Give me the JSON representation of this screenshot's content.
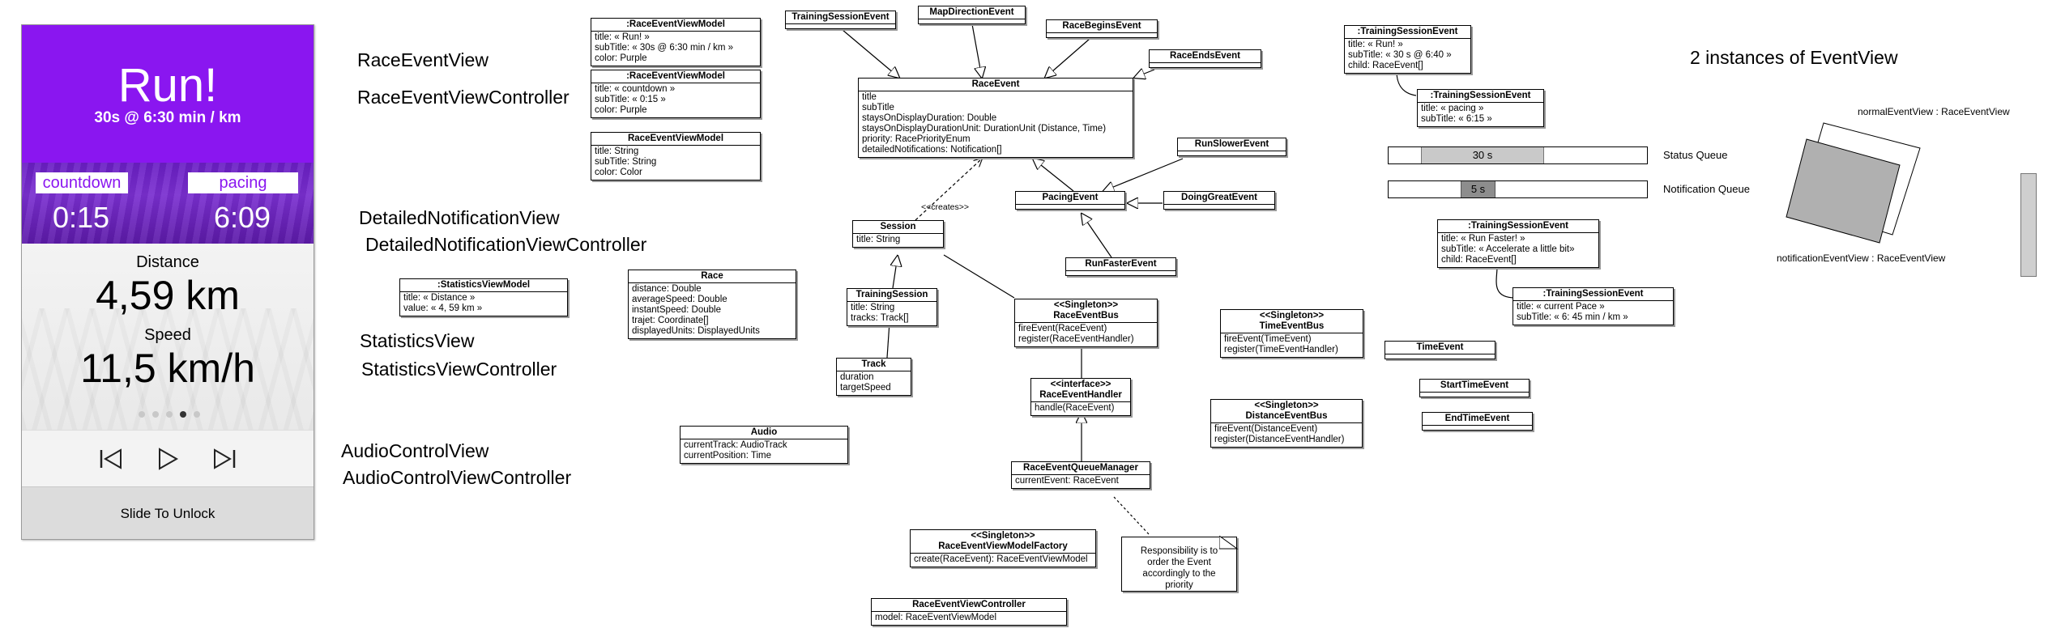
{
  "phone": {
    "title": "Run!",
    "subtitle": "30s @ 6:30 min / km",
    "countdown_label": "countdown",
    "countdown_value": "0:15",
    "pacing_label": "pacing",
    "pacing_value": "6:09",
    "distance_label": "Distance",
    "distance_value": "4,59 km",
    "speed_label": "Speed",
    "speed_value": "11,5 km/h",
    "page_count": 5,
    "active_page": 4,
    "prev_icon": "skip-back-icon",
    "play_icon": "play-icon",
    "next_icon": "skip-forward-icon",
    "unlock": "Slide To Unlock",
    "accent_color": "#8a16f0"
  },
  "labels": {
    "race_event_view": "RaceEventView",
    "race_event_view_controller": "RaceEventViewController",
    "detailed_notification_view": "DetailedNotificationView",
    "detailed_notification_view_controller": "DetailedNotificationViewController",
    "statistics_view": "StatisticsView",
    "statistics_view_controller": "StatisticsViewController",
    "audio_control_view": "AudioControlView",
    "audio_control_view_controller": "AudioControlViewController",
    "two_instances": "2 instances of EventView",
    "status_queue": "Status Queue",
    "notification_queue": "Notification Queue",
    "status_queue_value": "30 s",
    "notification_queue_value": "5 s",
    "normal_event_view": "normalEventView : RaceEventView",
    "notification_event_view": "notificationEventView : RaceEventView",
    "creates": "<<creates>>"
  },
  "boxes": {
    "rev1": {
      "title": ":RaceEventViewModel",
      "attrs": [
        "title: « Run! »",
        "subTitle: « 30s @ 6:30 min / km »",
        "color: Purple"
      ]
    },
    "rev2": {
      "title": ":RaceEventViewModel",
      "attrs": [
        "title: « countdown »",
        "subTitle: « 0:15 »",
        "color: Purple"
      ]
    },
    "rev3": {
      "title": "RaceEventViewModel",
      "attrs": [
        "title: String",
        "subTitle: String",
        "color: Color"
      ]
    },
    "stats": {
      "title": ":StatisticsViewModel",
      "attrs": [
        "title: « Distance »",
        "value: « 4, 59 km »"
      ]
    },
    "race": {
      "title": "Race",
      "attrs": [
        "distance: Double",
        "averageSpeed: Double",
        "instantSpeed: Double",
        "trajet: Coordinate[]",
        "displayedUnits: DisplayedUnits"
      ]
    },
    "audio": {
      "title": "Audio",
      "attrs": [
        "currentTrack: AudioTrack",
        "currentPosition: Time"
      ]
    },
    "training_session_event": {
      "title": "TrainingSessionEvent",
      "attrs": []
    },
    "map_direction_event": {
      "title": "MapDirectionEvent",
      "attrs": []
    },
    "race_begins_event": {
      "title": "RaceBeginsEvent",
      "attrs": []
    },
    "race_ends_event": {
      "title": "RaceEndsEvent",
      "attrs": []
    },
    "race_event": {
      "title": "RaceEvent",
      "attrs": [
        "title",
        "subTitle",
        "staysOnDisplayDuration: Double",
        "staysOnDisplayDurationUnit: DurationUnit (Distance, Time)",
        "priority: RacePriorityEnum",
        "detailedNotifications: Notification[]"
      ]
    },
    "run_slower_event": {
      "title": "RunSlowerEvent",
      "attrs": []
    },
    "pacing_event": {
      "title": "PacingEvent",
      "attrs": []
    },
    "doing_great_event": {
      "title": "DoingGreatEvent",
      "attrs": []
    },
    "run_faster_event": {
      "title": "RunFasterEvent",
      "attrs": []
    },
    "session": {
      "title": "Session",
      "attrs": [
        "title: String"
      ]
    },
    "training_session": {
      "title": "TrainingSession",
      "attrs": [
        "title: String",
        "tracks: Track[]"
      ]
    },
    "track": {
      "title": "Track",
      "attrs": [
        "duration",
        "targetSpeed"
      ]
    },
    "race_event_bus": {
      "title": "<<Singleton>>\nRaceEventBus",
      "attrs": [
        "fireEvent(RaceEvent)",
        "register(RaceEventHandler)"
      ]
    },
    "race_event_handler": {
      "title": "<<interface>>\nRaceEventHandler",
      "attrs": [
        "handle(RaceEvent)"
      ]
    },
    "queue_manager": {
      "title": "RaceEventQueueManager",
      "attrs": [
        "currentEvent: RaceEvent"
      ]
    },
    "view_model_factory": {
      "title": "<<Singleton>>\nRaceEventViewModelFactory",
      "attrs": [
        "create(RaceEvent): RaceEventViewModel"
      ]
    },
    "view_controller": {
      "title": "RaceEventViewController",
      "attrs": [
        "model: RaceEventViewModel"
      ]
    },
    "time_event_bus": {
      "title": "<<Singleton>>\nTimeEventBus",
      "attrs": [
        "fireEvent(TimeEvent)",
        "register(TimeEventHandler)"
      ]
    },
    "distance_event_bus": {
      "title": "<<Singleton>>\nDistanceEventBus",
      "attrs": [
        "fireEvent(DistanceEvent)",
        "register(DistanceEventHandler)"
      ]
    },
    "time_event": {
      "title": "TimeEvent",
      "attrs": []
    },
    "start_time_event": {
      "title": "StartTimeEvent",
      "attrs": []
    },
    "end_time_event": {
      "title": "EndTimeEvent",
      "attrs": []
    },
    "tse1": {
      "title": ":TrainingSessionEvent",
      "attrs": [
        "title: « Run! »",
        "subTitle: « 30 s @ 6:40 »",
        "child: RaceEvent[]"
      ]
    },
    "tse2": {
      "title": ":TrainingSessionEvent",
      "attrs": [
        "title: « pacing »",
        "subTitle: « 6:15 »"
      ]
    },
    "tse3": {
      "title": ":TrainingSessionEvent",
      "attrs": [
        "title: « Run Faster! »",
        "subTitle: « Accelerate a little bit»",
        "child: RaceEvent[]"
      ]
    },
    "tse4": {
      "title": ":TrainingSessionEvent",
      "attrs": [
        "title: « current Pace »",
        "subTitle: « 6: 45 min / km »"
      ]
    }
  },
  "note": "Responsibility is to order the Event accordingly to the priority"
}
